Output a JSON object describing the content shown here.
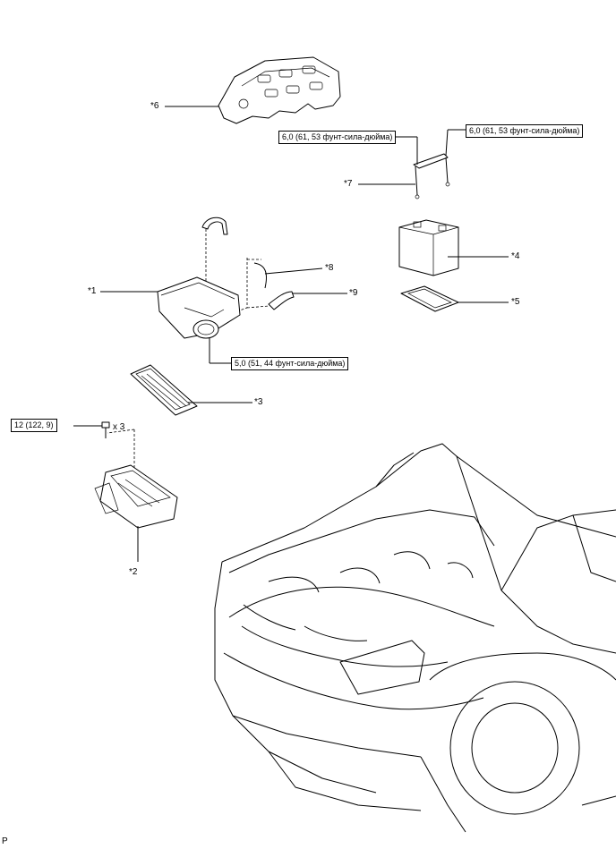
{
  "callouts": {
    "c1": "*1",
    "c2": "*2",
    "c3": "*3",
    "c4": "*4",
    "c5": "*5",
    "c6": "*6",
    "c7": "*7",
    "c8": "*8",
    "c9": "*9"
  },
  "torque": {
    "t_left_bracket": "6,0 (61, 53 фунт-сила-дюйма)",
    "t_right_bracket": "6,0 (61, 53 фунт-сила-дюйма)",
    "t_air_cleaner": "5,0 (51, 44 фунт-сила-дюйма)",
    "t_case_bolt": "12 (122, 9)"
  },
  "bolt_qty": "x 3",
  "corner_mark": "P"
}
